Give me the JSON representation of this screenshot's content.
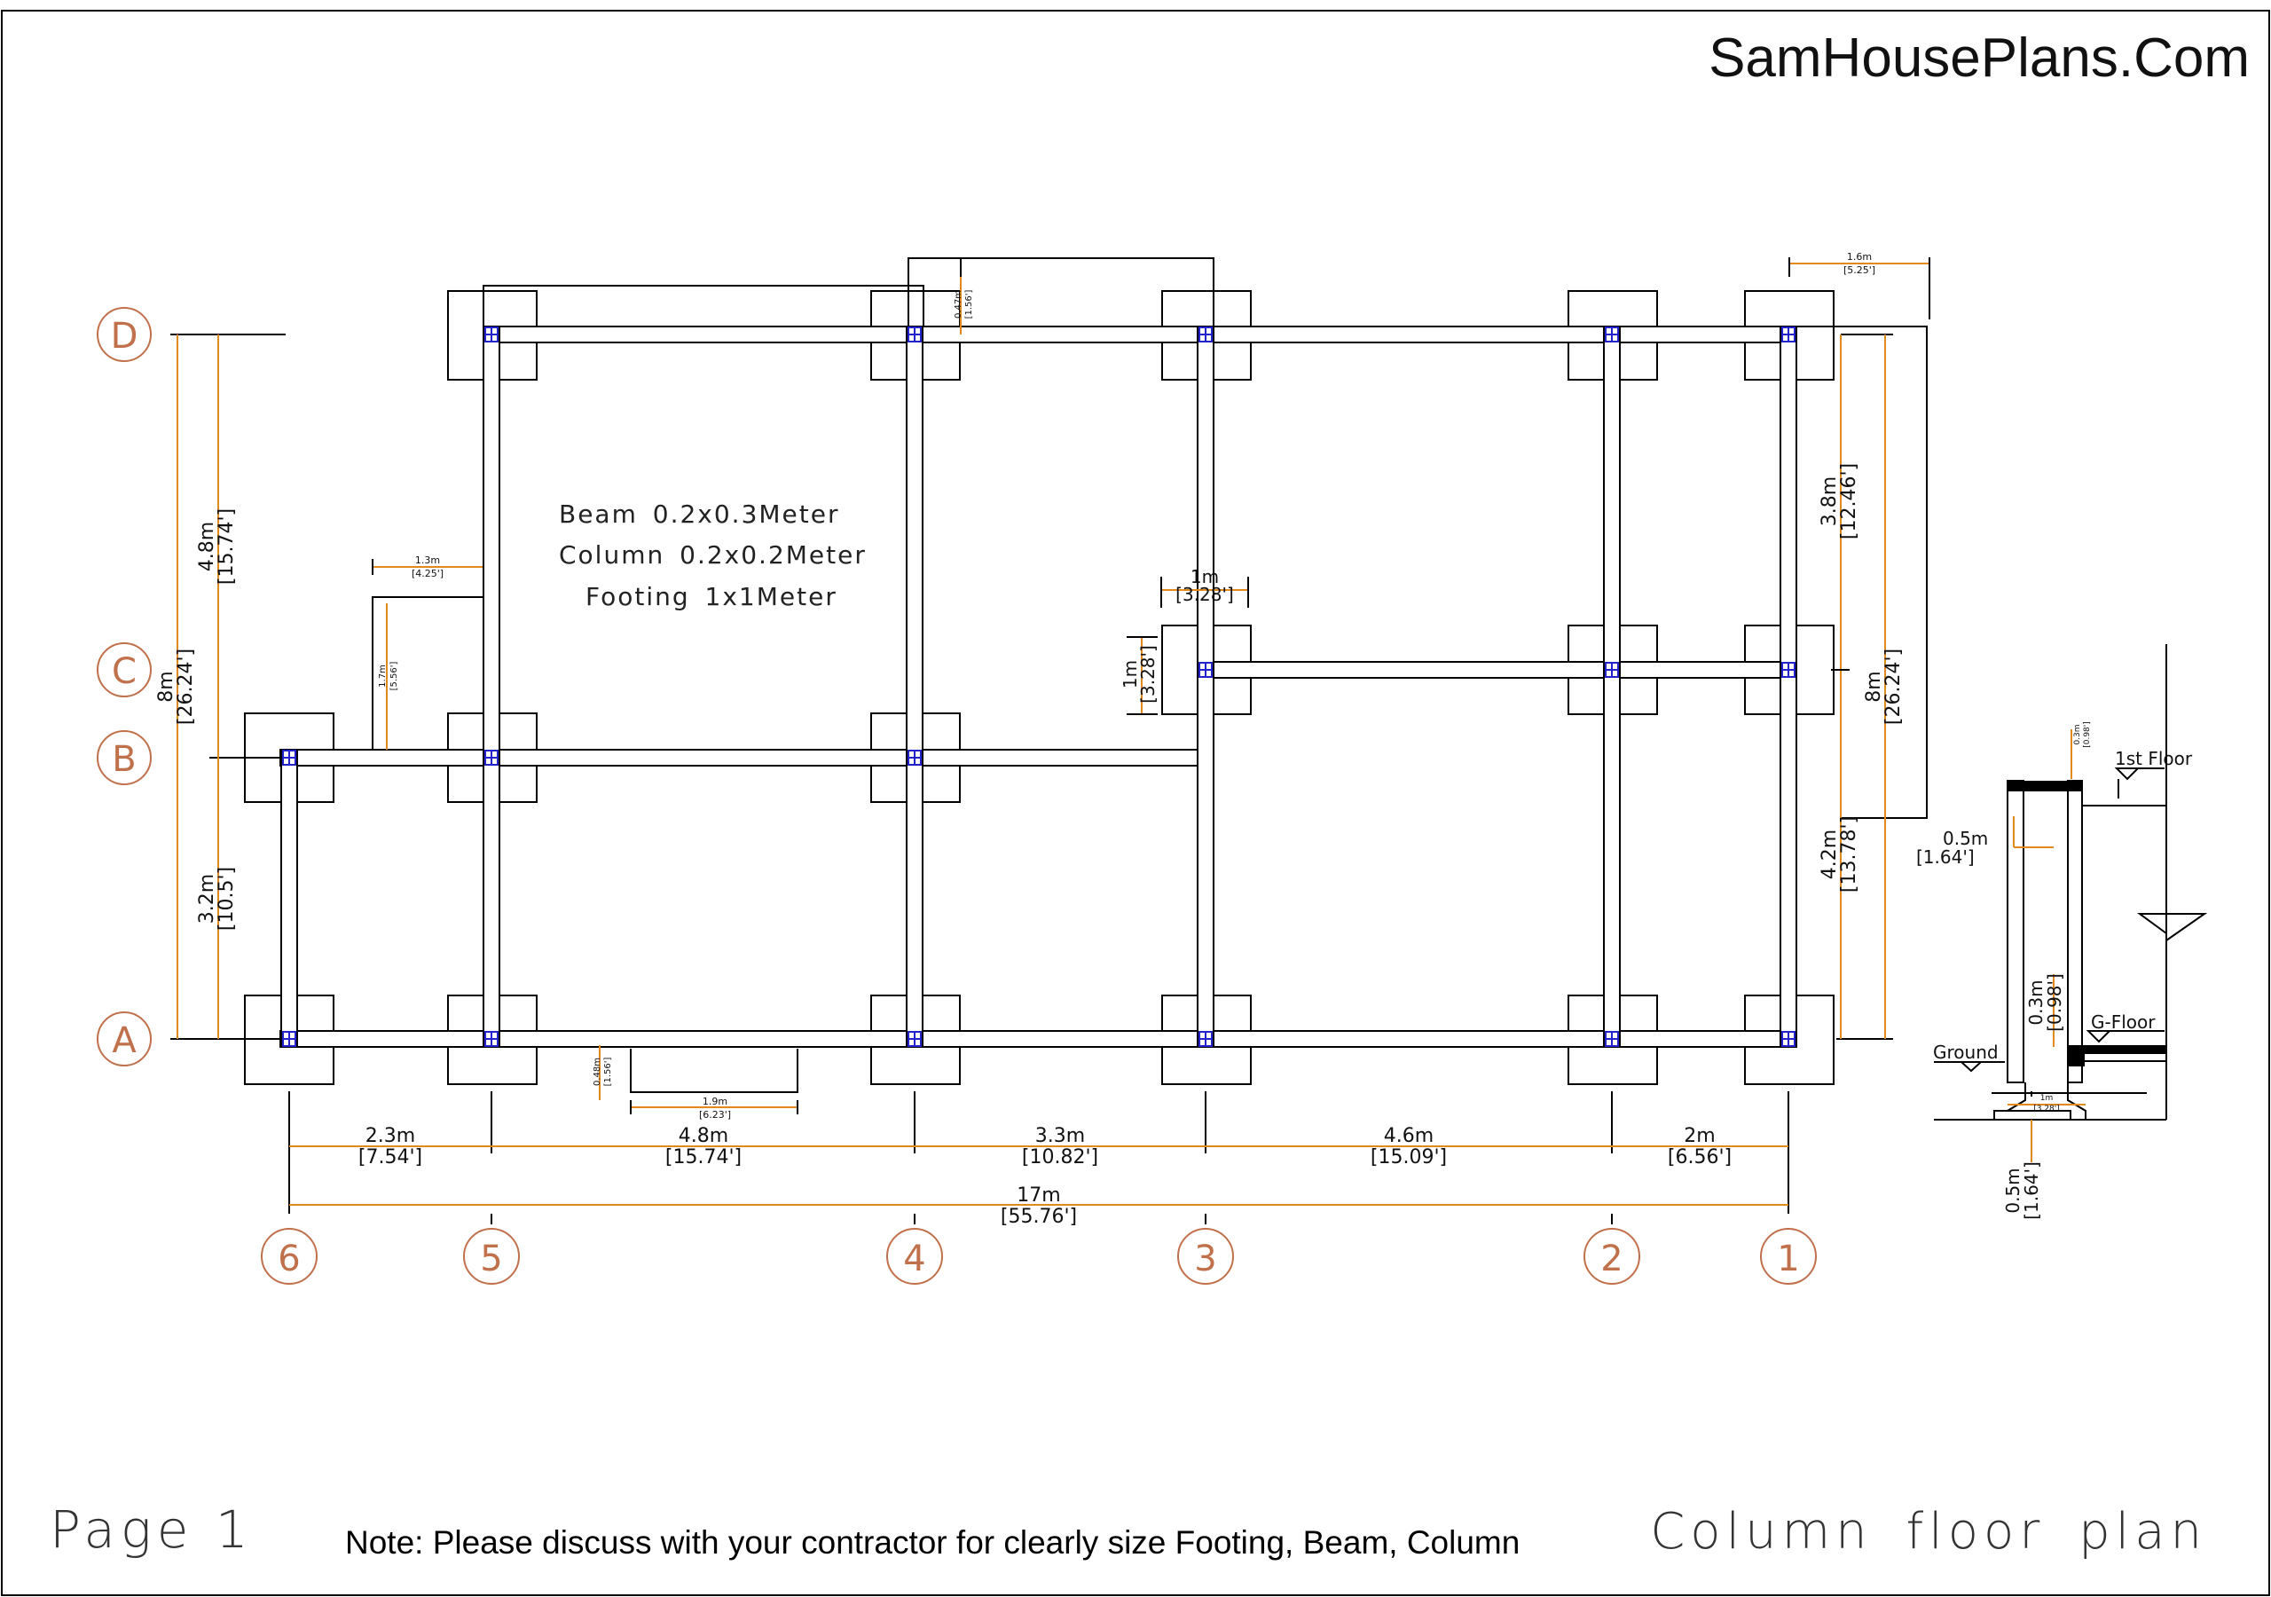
{
  "header": {
    "brand": "SamHousePlans.Com"
  },
  "footer": {
    "page": "Page 1",
    "note": "Note: Please discuss with your contractor for clearly size Footing, Beam, Column",
    "title": "Column floor plan"
  },
  "specs": {
    "beam": "Beam 0.2x0.3Meter",
    "column": "Column 0.2x0.2Meter",
    "footing": "Footing 1x1Meter"
  },
  "grid_rows": [
    "D",
    "C",
    "B",
    "A"
  ],
  "grid_cols": [
    "6",
    "5",
    "4",
    "3",
    "2",
    "1"
  ],
  "dims": {
    "bottom": [
      {
        "m": "2.3m",
        "ft": "[7.54']"
      },
      {
        "m": "4.8m",
        "ft": "[15.74']"
      },
      {
        "m": "3.3m",
        "ft": "[10.82']"
      },
      {
        "m": "4.6m",
        "ft": "[15.09']"
      },
      {
        "m": "2m",
        "ft": "[6.56']"
      }
    ],
    "total": {
      "m": "17m",
      "ft": "[55.76']"
    },
    "left_inner": [
      {
        "m": "4.8m",
        "ft": "[15.74']"
      },
      {
        "m": "3.2m",
        "ft": "[10.5']"
      }
    ],
    "left_total": {
      "m": "8m",
      "ft": "[26.24']"
    },
    "right_inner": [
      {
        "m": "3.8m",
        "ft": "[12.46']"
      },
      {
        "m": "4.2m",
        "ft": "[13.78']"
      }
    ],
    "right_total": {
      "m": "8m",
      "ft": "[26.24']"
    },
    "small": {
      "top_gap": {
        "m": "0.47m",
        "ft": "[1.56']"
      },
      "top_right": {
        "m": "1.6m",
        "ft": "[5.25']"
      },
      "left_ext_w": {
        "m": "1.3m",
        "ft": "[4.25']"
      },
      "left_ext_h": {
        "m": "1.7m",
        "ft": "[5.56']"
      },
      "mid_w": {
        "m": "1m",
        "ft": "[3.28']"
      },
      "mid_h": {
        "m": "1m",
        "ft": "[3.28']"
      },
      "bottom_gap": {
        "m": "0.48m",
        "ft": "[1.56']"
      },
      "bottom_w": {
        "m": "1.9m",
        "ft": "[6.23']"
      }
    }
  },
  "section": {
    "first_floor": "1st Floor",
    "g_floor": "G-Floor",
    "ground": "Ground",
    "d1": {
      "m": "0.3m",
      "ft": "[0.98']"
    },
    "d2": {
      "m": "0.5m",
      "ft": "[1.64']"
    },
    "d3": {
      "m": "0.3m",
      "ft": "[0.98']"
    },
    "d4": {
      "m": "0.5m",
      "ft": "[1.64']"
    },
    "footing": {
      "m": "1m",
      "ft": "[3.28']"
    }
  },
  "colors": {
    "dimension": "#e08a1e",
    "bubble": "#c0704a",
    "column_mark": "#2222cc",
    "line": "#000000"
  }
}
